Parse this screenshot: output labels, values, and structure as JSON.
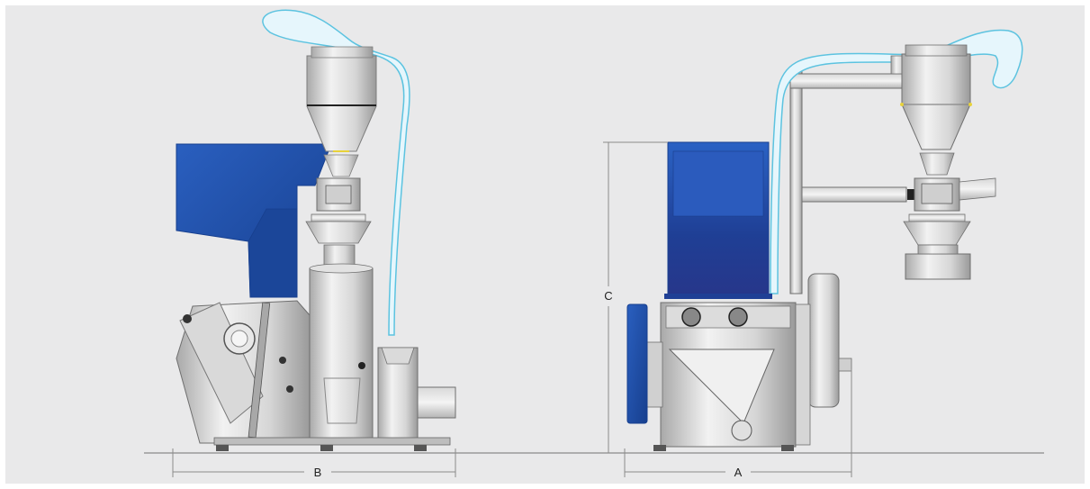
{
  "dimensions": {
    "a": "A",
    "b": "B",
    "c": "C"
  },
  "colors": {
    "panel_bg": "#e9e9ea",
    "hopper_blue": "#1f4fa8",
    "hopper_dark": "#17357a",
    "steel_light": "#eeeeee",
    "steel_mid": "#c9c9c9",
    "steel_dark": "#8c8c8c",
    "hose": "#5cc3e0",
    "hose_fill": "#e6f6fc",
    "dim_line": "#8a8a8a",
    "accent_yellow": "#e8d23a"
  }
}
